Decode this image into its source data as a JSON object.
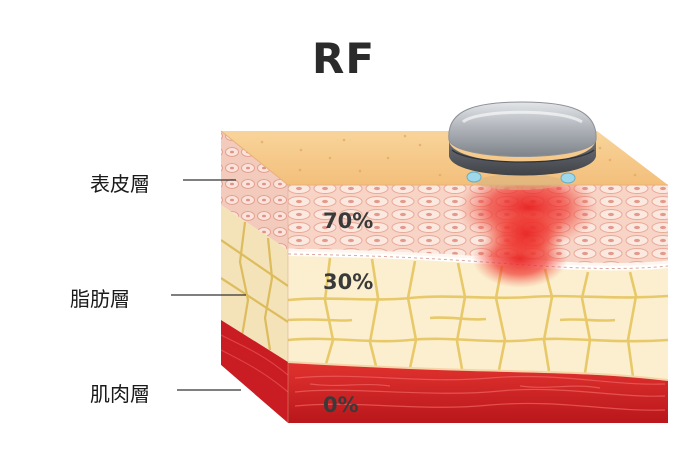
{
  "title": "RF",
  "layers": [
    {
      "key": "epidermis",
      "label": "表皮層",
      "percent": "70%"
    },
    {
      "key": "fat",
      "label": "脂肪層",
      "percent": "30%"
    },
    {
      "key": "muscle",
      "label": "肌肉層",
      "percent": "0%"
    }
  ],
  "colors": {
    "epidermis_top": "#f6c98a",
    "dermis_cells": "#f4c2b5",
    "fat": "#fbeeca",
    "fat_lines": "#e8c96a",
    "muscle": "#d8252b",
    "rf_heat": "#ee2a2a",
    "device": "#9a9ea5"
  }
}
